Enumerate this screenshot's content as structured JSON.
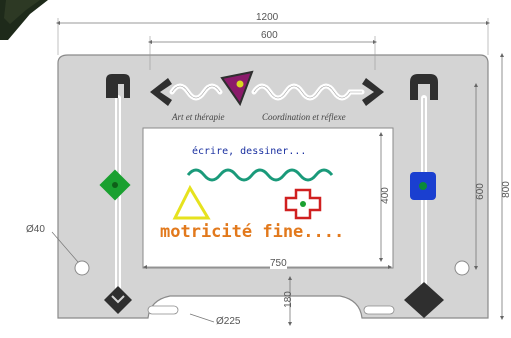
{
  "dimensions": {
    "total_width": "1200",
    "inner_width": "600",
    "panel_width": "750",
    "panel_height": "400",
    "right_height_1": "600",
    "right_height_2": "800",
    "bottom_height": "180",
    "hole_diameter": "Ø40",
    "cutout_diameter": "Ø225"
  },
  "captions": {
    "left": "Art et thérapie",
    "right": "Coordination et réflexe"
  },
  "panel": {
    "line1": "écrire, dessiner...",
    "title": "motricité fine...."
  },
  "colors": {
    "board": "#cfcfcf",
    "board_outline": "#8a8a8a",
    "dark_shapes": "#2f2f2f",
    "green_diamond": "#1aa030",
    "blue_square": "#1a3fd0",
    "purple_triangle": "#8a1a6a",
    "yellow_triangle": "#e6e21e",
    "red_cross": "#d02020",
    "teal_wave": "#1a9a7a",
    "orange_text": "#e2791c",
    "blue_text": "#1a30a0",
    "corner_dark": "#1e2a1a"
  },
  "icons": [
    "left-chevron-icon",
    "right-chevron-icon",
    "m-shape-icon",
    "n-shape-icon",
    "wave-icon",
    "diamond-icon",
    "square-icon",
    "triangle-icon",
    "cross-icon",
    "drop-shape-icon"
  ]
}
